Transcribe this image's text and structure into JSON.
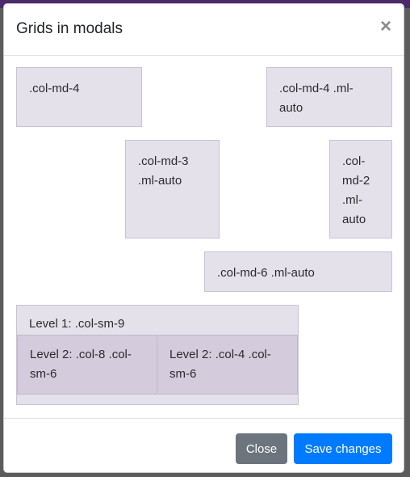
{
  "modal": {
    "title": "Grids in modals",
    "close_icon": "close-icon",
    "close_glyph": "×"
  },
  "grid": {
    "row1": {
      "a": ".col-md-4",
      "b": ".col-md-4 .ml-\nauto"
    },
    "row2": {
      "a": ".col-md-3\n.ml-auto",
      "b": ".col-\nmd-2\n.ml-\nauto"
    },
    "row3": {
      "a": ".col-md-6 .ml-auto"
    },
    "nested": {
      "level1": "Level 1: .col-sm-9",
      "level2a": "Level 2: .col-8 .col-\nsm-6",
      "level2b": "Level 2: .col-4 .col-\nsm-6"
    }
  },
  "footer": {
    "close_label": "Close",
    "save_label": "Save changes"
  },
  "colors": {
    "primary": "#007bff",
    "secondary": "#6c757d",
    "cell_bg": "#e4e1eb",
    "nested_bg": "#d4cbdc"
  }
}
